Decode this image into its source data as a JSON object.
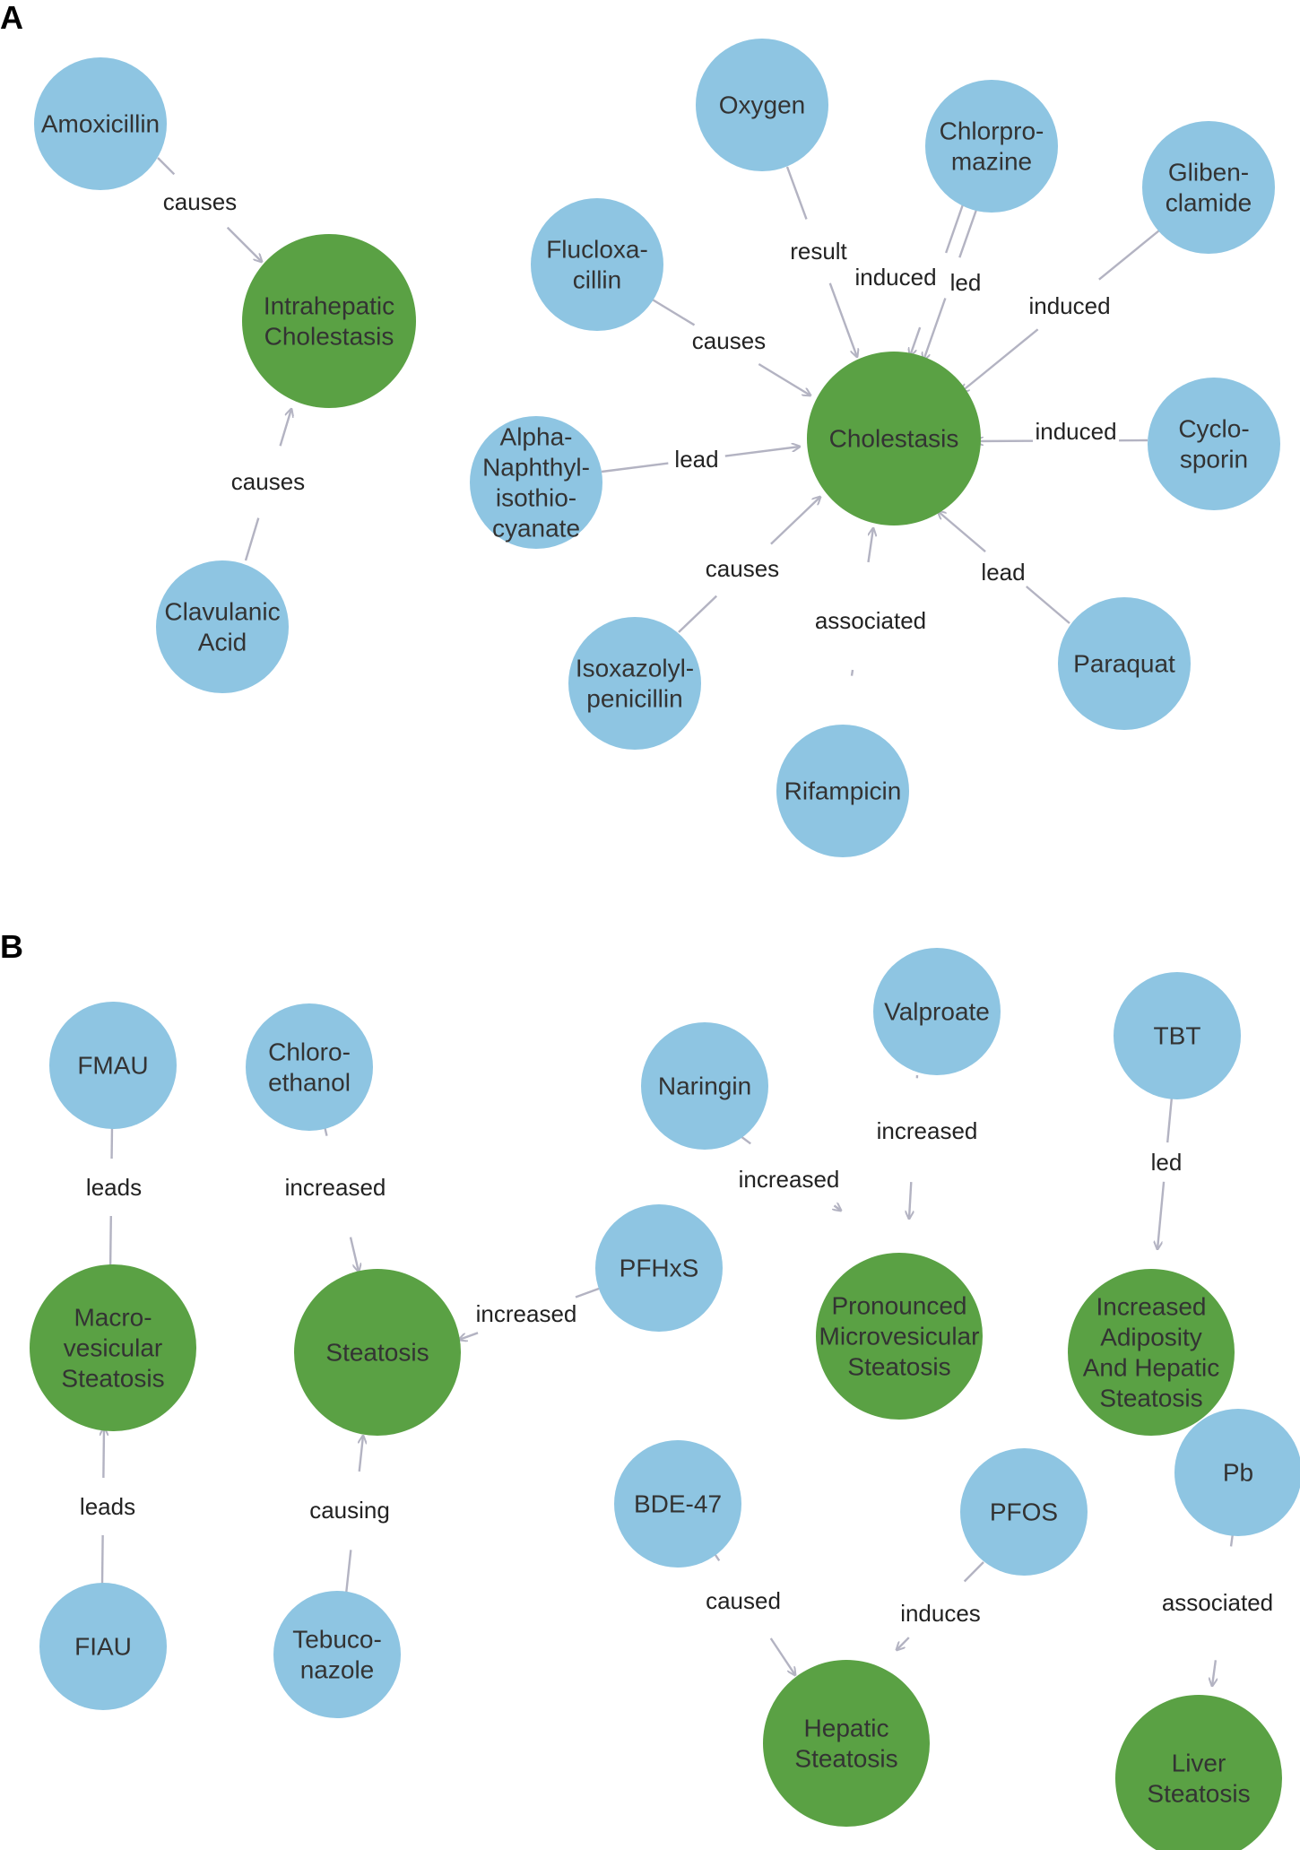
{
  "colors": {
    "drug_node": "#8ec5e2",
    "outcome_node": "#5aa144",
    "edge": "#b3b3c2"
  },
  "panels": [
    {
      "id": "A",
      "label": "A"
    },
    {
      "id": "B",
      "label": "B"
    }
  ],
  "nodes": [
    {
      "id": "amoxicillin",
      "lines": [
        "Amoxicillin"
      ],
      "kind": "drug"
    },
    {
      "id": "intrahepatic",
      "lines": [
        "Intrahepatic",
        "Cholestasis"
      ],
      "kind": "outcome"
    },
    {
      "id": "clavulanic",
      "lines": [
        "Clavulanic",
        "Acid"
      ],
      "kind": "drug"
    },
    {
      "id": "oxygen",
      "lines": [
        "Oxygen"
      ],
      "kind": "drug"
    },
    {
      "id": "chlorpromazine",
      "lines": [
        "Chlorpro-",
        "mazine"
      ],
      "kind": "drug"
    },
    {
      "id": "glibenclamide",
      "lines": [
        "Gliben-",
        "clamide"
      ],
      "kind": "drug"
    },
    {
      "id": "flucloxacillin",
      "lines": [
        "Flucloxa-",
        "cillin"
      ],
      "kind": "drug"
    },
    {
      "id": "alpha",
      "lines": [
        "Alpha-",
        "Naphthyl-",
        "isothio-",
        "cyanate"
      ],
      "kind": "drug"
    },
    {
      "id": "cholestasis",
      "lines": [
        "Cholestasis"
      ],
      "kind": "outcome"
    },
    {
      "id": "cyclosporin",
      "lines": [
        "Cyclo-",
        "sporin"
      ],
      "kind": "drug"
    },
    {
      "id": "isoxazolyl",
      "lines": [
        "Isoxazolyl-",
        "penicillin"
      ],
      "kind": "drug"
    },
    {
      "id": "paraquat",
      "lines": [
        "Paraquat"
      ],
      "kind": "drug"
    },
    {
      "id": "rifampicin",
      "lines": [
        "Rifampicin"
      ],
      "kind": "drug"
    },
    {
      "id": "fmau",
      "lines": [
        "FMAU"
      ],
      "kind": "drug"
    },
    {
      "id": "macro",
      "lines": [
        "Macro-",
        "vesicular",
        "Steatosis"
      ],
      "kind": "outcome"
    },
    {
      "id": "fiau",
      "lines": [
        "FIAU"
      ],
      "kind": "drug"
    },
    {
      "id": "chloroethanol",
      "lines": [
        "Chloro-",
        "ethanol"
      ],
      "kind": "drug"
    },
    {
      "id": "steatosis",
      "lines": [
        "Steatosis"
      ],
      "kind": "outcome"
    },
    {
      "id": "tebuconazole",
      "lines": [
        "Tebuco-",
        "nazole"
      ],
      "kind": "drug"
    },
    {
      "id": "pfhxs",
      "lines": [
        "PFHxS"
      ],
      "kind": "drug"
    },
    {
      "id": "naringin",
      "lines": [
        "Naringin"
      ],
      "kind": "drug"
    },
    {
      "id": "valproate",
      "lines": [
        "Valproate"
      ],
      "kind": "drug"
    },
    {
      "id": "pronounced",
      "lines": [
        "Pronounced",
        "Microvesicular",
        "Steatosis"
      ],
      "kind": "outcome"
    },
    {
      "id": "tbt",
      "lines": [
        "TBT"
      ],
      "kind": "drug"
    },
    {
      "id": "adiposity",
      "lines": [
        "Increased",
        "Adiposity",
        "And Hepatic",
        "Steatosis"
      ],
      "kind": "outcome"
    },
    {
      "id": "bde47",
      "lines": [
        "BDE-47"
      ],
      "kind": "drug"
    },
    {
      "id": "pfos",
      "lines": [
        "PFOS"
      ],
      "kind": "drug"
    },
    {
      "id": "hepatic",
      "lines": [
        "Hepatic",
        "Steatosis"
      ],
      "kind": "outcome"
    },
    {
      "id": "pb",
      "lines": [
        "Pb"
      ],
      "kind": "drug"
    },
    {
      "id": "liver",
      "lines": [
        "Liver",
        "Steatosis"
      ],
      "kind": "outcome"
    }
  ],
  "edges": [
    {
      "from": "amoxicillin",
      "to": "intrahepatic",
      "label": "causes"
    },
    {
      "from": "clavulanic",
      "to": "intrahepatic",
      "label": "causes"
    },
    {
      "from": "oxygen",
      "to": "cholestasis",
      "label": "result"
    },
    {
      "from": "chlorpromazine",
      "to": "cholestasis",
      "label": "induced"
    },
    {
      "from": "chlorpromazine",
      "to": "cholestasis",
      "label": "led"
    },
    {
      "from": "glibenclamide",
      "to": "cholestasis",
      "label": "induced"
    },
    {
      "from": "flucloxacillin",
      "to": "cholestasis",
      "label": "causes"
    },
    {
      "from": "alpha",
      "to": "cholestasis",
      "label": "lead"
    },
    {
      "from": "cyclosporin",
      "to": "cholestasis",
      "label": "induced"
    },
    {
      "from": "isoxazolyl",
      "to": "cholestasis",
      "label": "causes"
    },
    {
      "from": "paraquat",
      "to": "cholestasis",
      "label": "lead"
    },
    {
      "from": "rifampicin",
      "to": "cholestasis",
      "label": "associated"
    },
    {
      "from": "fmau",
      "to": "macro",
      "label": "leads"
    },
    {
      "from": "fiau",
      "to": "macro",
      "label": "leads"
    },
    {
      "from": "chloroethanol",
      "to": "steatosis",
      "label": "increased"
    },
    {
      "from": "tebuconazole",
      "to": "steatosis",
      "label": "causing"
    },
    {
      "from": "pfhxs",
      "to": "steatosis",
      "label": "increased"
    },
    {
      "from": "naringin",
      "to": "pronounced",
      "label": "increased"
    },
    {
      "from": "valproate",
      "to": "pronounced",
      "label": "increased"
    },
    {
      "from": "tbt",
      "to": "adiposity",
      "label": "led"
    },
    {
      "from": "bde47",
      "to": "hepatic",
      "label": "caused"
    },
    {
      "from": "pfos",
      "to": "hepatic",
      "label": "induces"
    },
    {
      "from": "pb",
      "to": "liver",
      "label": "associated"
    }
  ]
}
